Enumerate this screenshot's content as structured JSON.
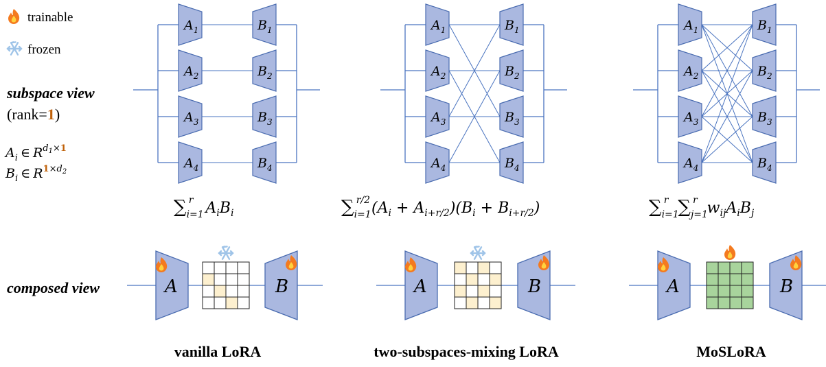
{
  "legend": {
    "trainable_label": "trainable",
    "frozen_label": "frozen",
    "trainable_icon": "fire-icon",
    "frozen_icon": "snowflake-icon"
  },
  "row_labels": {
    "subspace_view": "subspace view",
    "rank_prefix": "(rank=",
    "rank_value": "1",
    "rank_suffix": ")",
    "composed_view": "composed view"
  },
  "dims": {
    "a_line": {
      "lhs": "A",
      "lhs_sub": "i",
      "rel": "∈",
      "space": "R",
      "sup_a": "d",
      "sup_a_sub": "1",
      "sup_op": "×",
      "sup_b": "1"
    },
    "b_line": {
      "lhs": "B",
      "lhs_sub": "i",
      "rel": "∈",
      "space": "R",
      "sup_a": "1",
      "sup_op": "×",
      "sup_b": "d",
      "sup_b_sub": "2"
    }
  },
  "module_labels": {
    "A": [
      "A",
      "A",
      "A",
      "A"
    ],
    "B": [
      "B",
      "B",
      "B",
      "B"
    ],
    "subs": [
      "1",
      "2",
      "3",
      "4"
    ],
    "composed_A": "A",
    "composed_B": "B"
  },
  "formulas": {
    "vanilla": {
      "sum": "∑",
      "sub": "i=1",
      "sup": "r",
      "body": "A",
      "body_sub1": "i",
      "body2": "B",
      "body_sub2": "i"
    },
    "mixing": {
      "sum": "∑",
      "sub": "i=1",
      "sup": "r/2",
      "p1": "(A",
      "p1_sub": "i",
      "plus1": " + A",
      "p1b_sub": "i+r/2",
      "close1": ")",
      "p2": "(B",
      "p2_sub": "i",
      "plus2": " + B",
      "p2b_sub": "i+r/2",
      "close2": ")"
    },
    "moslora": {
      "sum1": "∑",
      "sub1": "i=1",
      "sup1": "r",
      "sum2": "∑",
      "sub2": "j=1",
      "sup2": "r",
      "w": "w",
      "w_sub": "ij",
      "a": "A",
      "a_sub": "i",
      "b": "B",
      "b_sub": "j"
    }
  },
  "methods": [
    {
      "name": "vanilla LoRA",
      "mixer": "frozen",
      "wiring": "parallel"
    },
    {
      "name": "two-subspaces-mixing LoRA",
      "mixer": "frozen",
      "wiring": "paired"
    },
    {
      "name": "MoSLoRA",
      "mixer": "trainable",
      "wiring": "fully-connected"
    }
  ],
  "colors": {
    "module_fill": "#aab8e0",
    "module_stroke": "#4a6cb0",
    "wire": "#4a74c0",
    "rank_highlight": "#c0620a",
    "mixer_frozen_cell": "#fdf0cf",
    "mixer_trainable_cell": "#a8d49c",
    "fire_outer": "#f47a1f",
    "fire_inner": "#ffd23e",
    "snow": "#9fc4e8"
  },
  "mixers": {
    "vanilla_highlight": [
      [
        1,
        0
      ],
      [
        2,
        1
      ],
      [
        3,
        2
      ]
    ],
    "mixing_highlight": [
      [
        0,
        0
      ],
      [
        0,
        2
      ],
      [
        1,
        1
      ],
      [
        1,
        3
      ],
      [
        2,
        0
      ],
      [
        2,
        2
      ],
      [
        3,
        1
      ],
      [
        3,
        3
      ]
    ]
  }
}
